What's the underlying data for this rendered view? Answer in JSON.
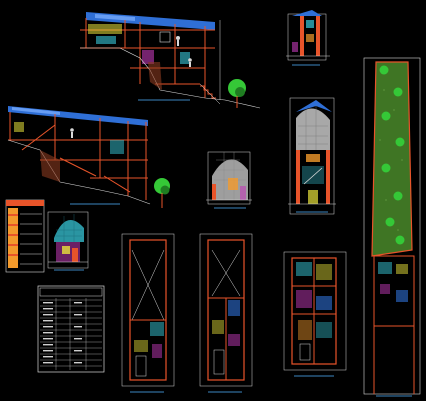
{
  "sheet": {
    "background": "#000000",
    "palette": {
      "wall": "#e8542a",
      "roof": "#2f6fd6",
      "tree": "#35c837",
      "tree_dark": "#1f7d21",
      "site": "#4a8a2a",
      "site_line": "#c7c7c7",
      "blue_label": "#4fb3ff",
      "white_line": "#d9d9d9",
      "yellow": "#e8e23a",
      "cyan": "#38c7d8",
      "magenta": "#c23ab8",
      "orange_fill": "#f39a2c"
    }
  },
  "views": [
    {
      "name": "section-a",
      "kind": "building-section"
    },
    {
      "name": "section-b",
      "kind": "building-section"
    },
    {
      "name": "elevation-small-top",
      "kind": "facade"
    },
    {
      "name": "elevation-right-tall",
      "kind": "facade"
    },
    {
      "name": "elevation-center",
      "kind": "facade"
    },
    {
      "name": "elevation-left-small",
      "kind": "facade"
    },
    {
      "name": "legend-table",
      "kind": "table"
    },
    {
      "name": "schedule-table",
      "kind": "table"
    },
    {
      "name": "floor-plan-1",
      "kind": "plan"
    },
    {
      "name": "floor-plan-2",
      "kind": "plan"
    },
    {
      "name": "floor-plan-3",
      "kind": "plan"
    },
    {
      "name": "site-plan",
      "kind": "site"
    }
  ]
}
